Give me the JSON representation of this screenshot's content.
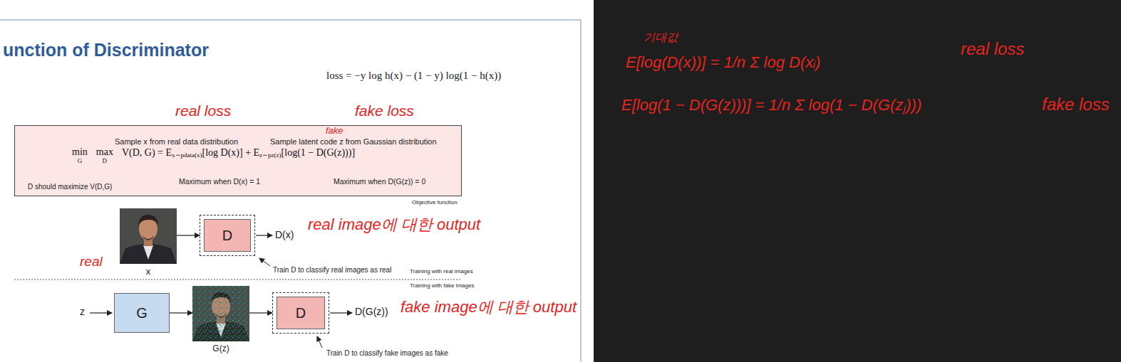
{
  "diagram": {
    "title": "unction of Discriminator",
    "nodes": [
      {
        "text": [
          "Sample x from real data distribution",
          "Sample latent code z from Gaussian distribution",
          "min",
          "G",
          "max",
          "D",
          "V(D, G) = E",
          "x∼pdata(x)",
          "[log D(x)] + E",
          "z∼pz(z)",
          "[log(1 − D(G(z)))]",
          "D should maximize V(D,G)",
          "Maximum when D(x) = 1",
          "Maximum when D(G(z)) = 0"
        ]
      },
      {
        "text": [
          "x"
        ]
      },
      {
        "text": [
          "D"
        ]
      },
      {
        "text": [
          "G"
        ]
      },
      {
        "text": [
          "G(z)"
        ]
      },
      {
        "text": [
          "D"
        ]
      }
    ],
    "edges": [
      {
        "from": 1,
        "to": 2,
        "arrow": "to"
      },
      {
        "from": 3,
        "to": 4,
        "arrow": "to"
      },
      {
        "from": 4,
        "to": 5,
        "arrow": "to"
      }
    ],
    "labels": [
      "loss = −y log h(x) − (1 − y) log(1 − h(x))",
      "real loss",
      "fake loss",
      "fake",
      "Objective function",
      "D(x)",
      "real image에 대한 output",
      "real",
      "Train D to classify real images as real",
      "Training with real images",
      "Training with fake images",
      "z",
      "D(G(z))",
      "fake image에 대한 output",
      "Train D to classify fake images as fake",
      "기대값",
      "E[log(D(x))] = 1/n Σ log D(xᵢ)",
      "real loss",
      "E[log(1 − D(G(z)))] = 1/n Σ log(1 − D(G(zⱼ)))",
      "fake loss"
    ]
  }
}
